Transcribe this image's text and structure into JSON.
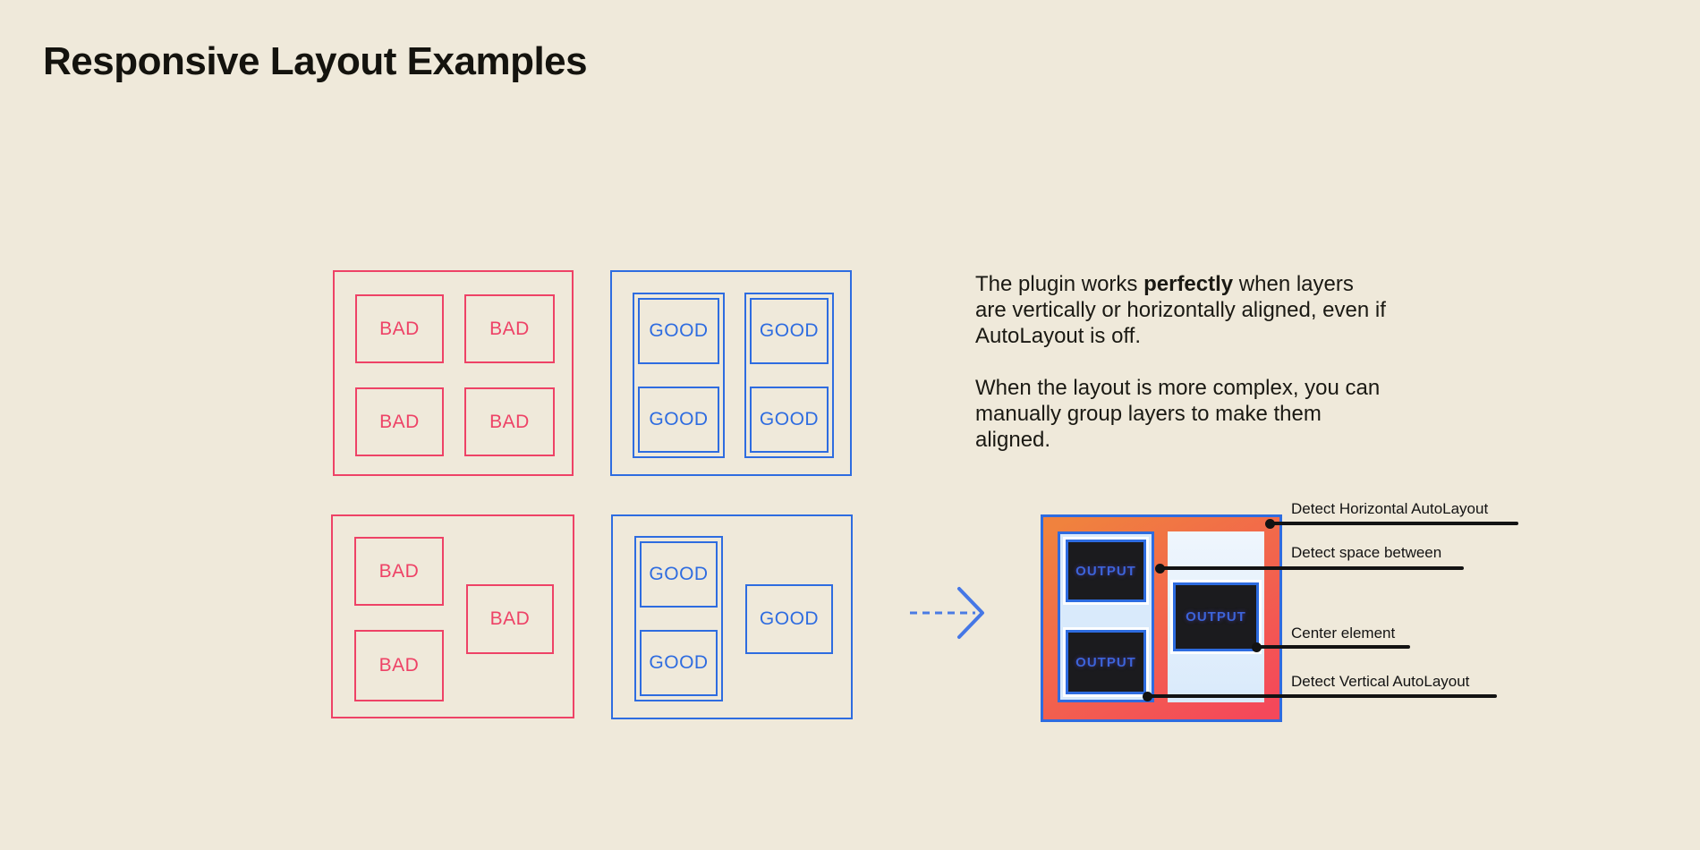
{
  "title": "Responsive Layout Examples",
  "labels": {
    "bad": "BAD",
    "good": "GOOD",
    "output": "OUTPUT"
  },
  "description": {
    "p1_before": "The plugin works ",
    "p1_bold": "perfectly",
    "p1_after": " when layers are vertically or horizontally aligned, even if AutoLayout is off.",
    "p2": "When the layout is more complex, you can manually group layers to make them aligned."
  },
  "annotations": [
    {
      "label": "Detect Horizontal AutoLayout"
    },
    {
      "label": "Detect space between"
    },
    {
      "label": "Center element"
    },
    {
      "label": "Detect Vertical AutoLayout"
    }
  ],
  "colors": {
    "background": "#EFE9DA",
    "bad": "#EE4266",
    "good": "#2E6CE0",
    "orange": "#F0823E",
    "coral": "#F4485A",
    "light_blue": "#D9EAFB",
    "dark": "#1B1B1E",
    "output_text": "#3C64D9",
    "ink": "#131313"
  }
}
